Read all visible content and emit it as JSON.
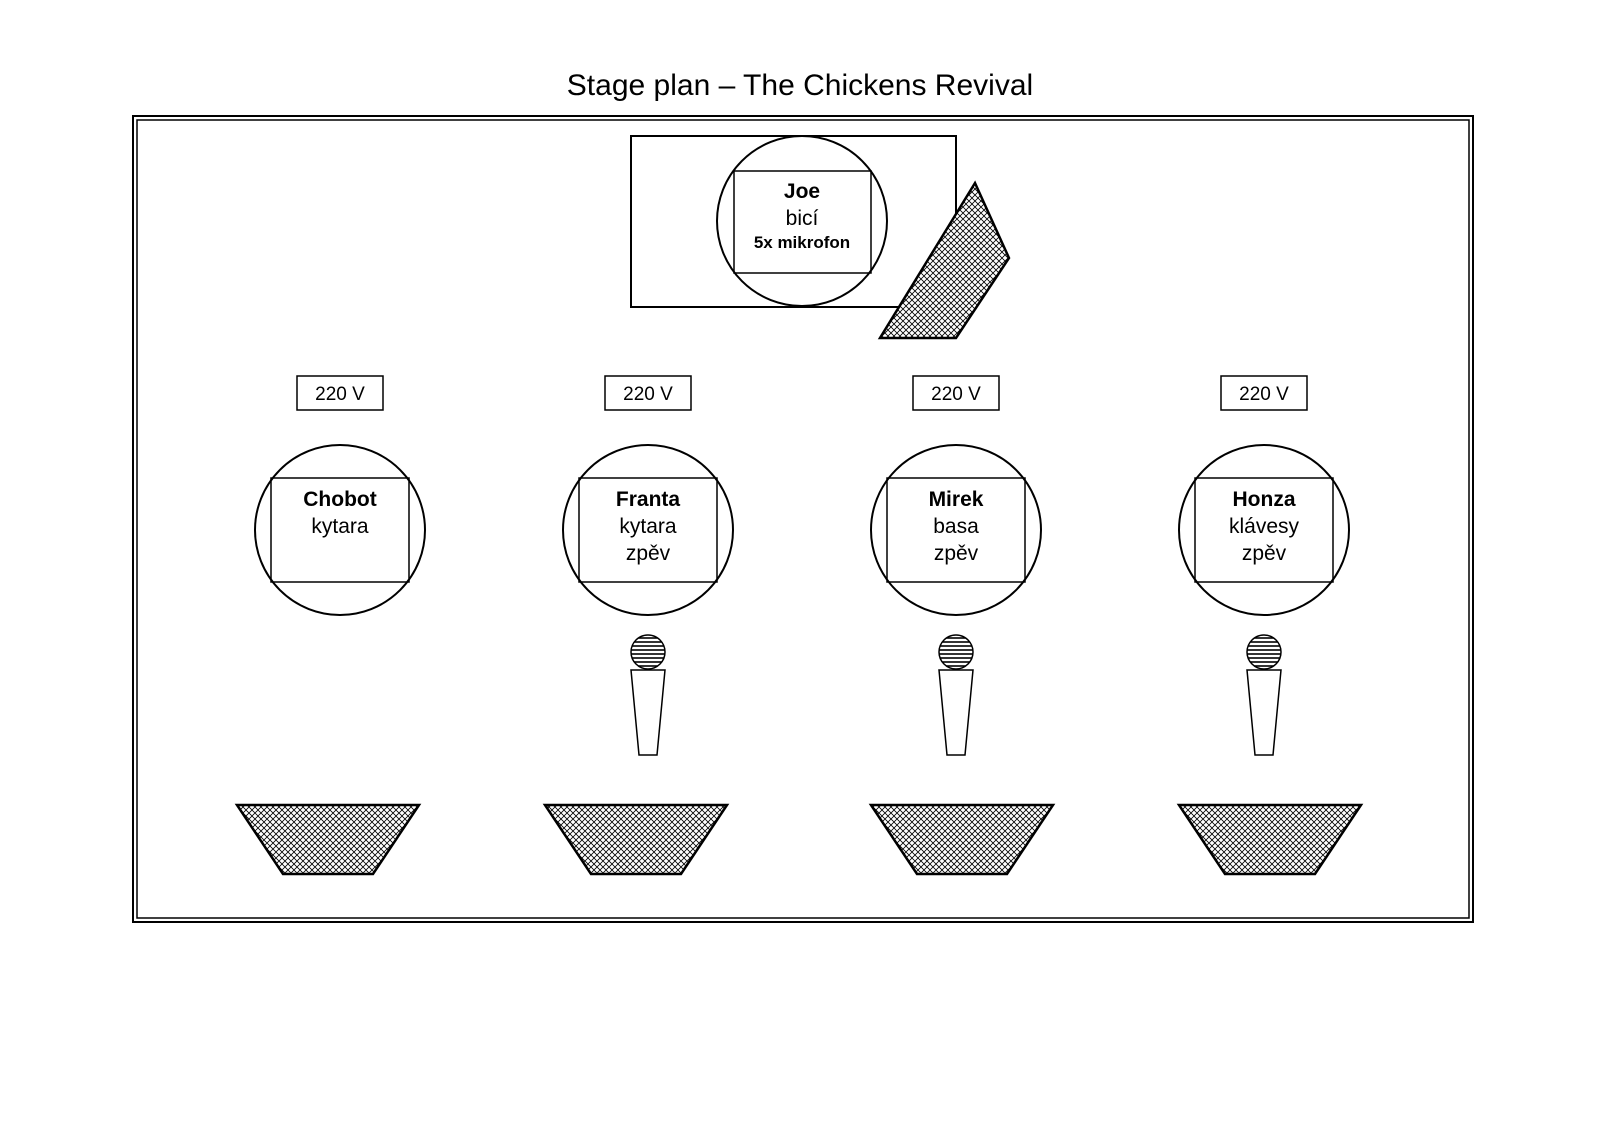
{
  "title": "Stage plan – The Chickens Revival",
  "drums": {
    "name": "Joe",
    "role": "bicí",
    "mics": "5x mikrofon"
  },
  "musicians": [
    {
      "name": "Chobot",
      "role1": "kytara",
      "role2": "",
      "power": "220 V",
      "has_mic": false
    },
    {
      "name": "Franta",
      "role1": "kytara",
      "role2": "zpěv",
      "power": "220 V",
      "has_mic": true
    },
    {
      "name": "Mirek",
      "role1": "basa",
      "role2": "zpěv",
      "power": "220 V",
      "has_mic": true
    },
    {
      "name": "Honza",
      "role1": "klávesy",
      "role2": "zpěv",
      "power": "220 V",
      "has_mic": true
    }
  ],
  "monitor_count": 4,
  "colors": {
    "line": "#000000",
    "background": "#ffffff",
    "hatch": "#000000"
  }
}
